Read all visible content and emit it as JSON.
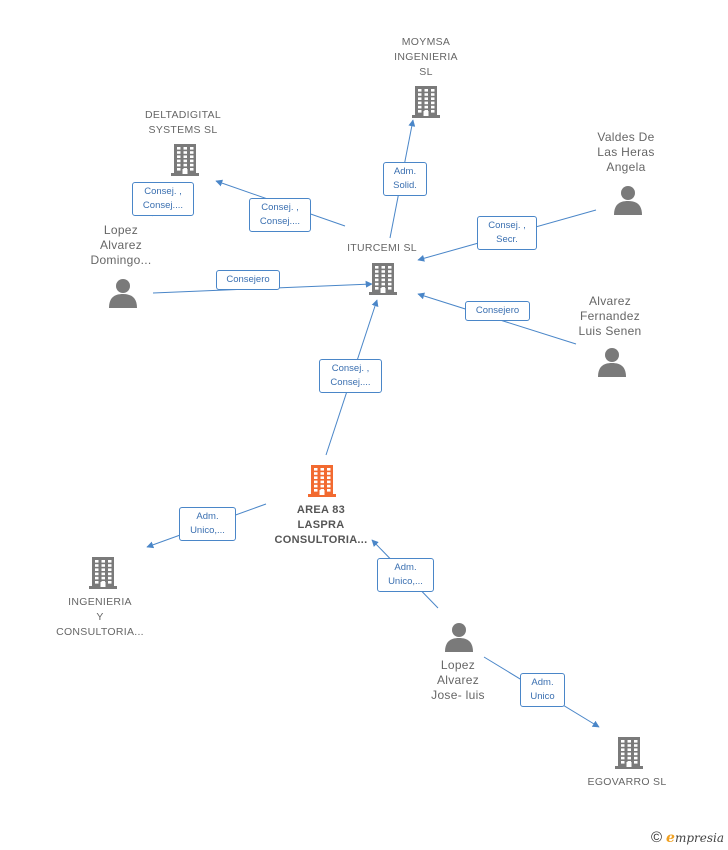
{
  "nodes": {
    "moymsa": {
      "label": "MOYMSA\nINGENIERIA\nSL",
      "kind": "company"
    },
    "deltadigital": {
      "label": "DELTADIGITAL\nSYSTEMS  SL",
      "kind": "company"
    },
    "valdes": {
      "label": "Valdes De\nLas Heras\nAngela",
      "kind": "person"
    },
    "lopez_domingo": {
      "label": "Lopez\nAlvarez\nDomingo...",
      "kind": "person"
    },
    "iturcemi": {
      "label": "ITURCEMI SL",
      "kind": "company"
    },
    "alvarez_luis": {
      "label": "Alvarez\nFernandez\nLuis Senen",
      "kind": "person"
    },
    "area83": {
      "label": "AREA 83\nLASPRA\nCONSULTORIA...",
      "kind": "focus"
    },
    "ingenieria": {
      "label": "INGENIERIA\nY\nCONSULTORIA...",
      "kind": "company"
    },
    "lopez_jose": {
      "label": "Lopez\nAlvarez\nJose- luis",
      "kind": "person"
    },
    "egovarro": {
      "label": "EGOVARRO SL",
      "kind": "company"
    }
  },
  "edges": {
    "iturcemi_moymsa": "Adm.\nSolid.",
    "iturcemi_deltadigital": "Consej. ,\nConsej....",
    "lopez_domingo_deltadigital": "Consej. ,\nConsej....",
    "lopez_domingo_iturcemi": "Consejero",
    "valdes_iturcemi": "Consej. ,\nSecr.",
    "alvarez_iturcemi": "Consejero",
    "area83_iturcemi": "Consej. ,\nConsej....",
    "area83_ingenieria": "Adm.\nUnico,...",
    "lopez_jose_area83": "Adm.\nUnico,...",
    "lopez_jose_egovarro": "Adm.\nUnico"
  },
  "colors": {
    "edge": "#4a86c8",
    "company_icon": "#7a7a7a",
    "focus_icon": "#f26a30",
    "person_icon": "#7a7a7a"
  },
  "footer": {
    "copyright": "©",
    "brand_initial": "e",
    "brand_rest": "mpresia"
  }
}
